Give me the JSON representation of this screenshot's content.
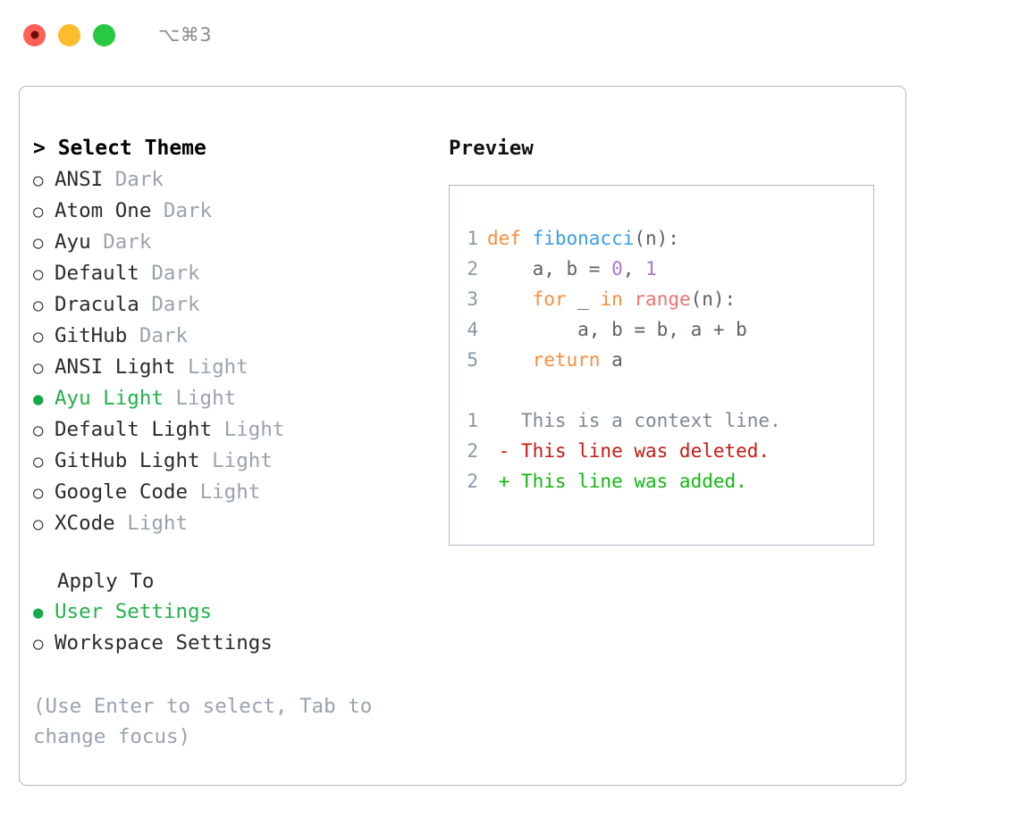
{
  "window": {
    "shortcut": "⌥⌘3",
    "traffic_lights": [
      "close",
      "minimize",
      "maximize"
    ]
  },
  "left_panel": {
    "section_title": "> Select Theme",
    "bullet_empty": "○",
    "bullet_filled": "●",
    "themes": [
      {
        "name": "ANSI",
        "kind": "Dark",
        "selected": false
      },
      {
        "name": "Atom One",
        "kind": "Dark",
        "selected": false
      },
      {
        "name": "Ayu",
        "kind": "Dark",
        "selected": false
      },
      {
        "name": "Default",
        "kind": "Dark",
        "selected": false
      },
      {
        "name": "Dracula",
        "kind": "Dark",
        "selected": false
      },
      {
        "name": "GitHub",
        "kind": "Dark",
        "selected": false
      },
      {
        "name": "ANSI Light",
        "kind": "Light",
        "selected": false
      },
      {
        "name": "Ayu Light",
        "kind": "Light",
        "selected": true
      },
      {
        "name": "Default Light",
        "kind": "Light",
        "selected": false
      },
      {
        "name": "GitHub Light",
        "kind": "Light",
        "selected": false
      },
      {
        "name": "Google Code",
        "kind": "Light",
        "selected": false
      },
      {
        "name": "XCode",
        "kind": "Light",
        "selected": false
      }
    ],
    "apply_to_heading": "Apply To",
    "apply_to_options": [
      {
        "name": "User Settings",
        "selected": true
      },
      {
        "name": "Workspace Settings",
        "selected": false
      }
    ],
    "hint": "(Use Enter to select, Tab to change focus)"
  },
  "right_panel": {
    "preview_label": "Preview",
    "code_lines": [
      {
        "number": "1",
        "tokens": [
          {
            "text": "def ",
            "cls": "kw"
          },
          {
            "text": "fibonacci",
            "cls": "fn"
          },
          {
            "text": "(n):",
            "cls": "punc"
          }
        ]
      },
      {
        "number": "2",
        "tokens": [
          {
            "text": "    a, b = ",
            "cls": "plain"
          },
          {
            "text": "0",
            "cls": "num"
          },
          {
            "text": ", ",
            "cls": "plain"
          },
          {
            "text": "1",
            "cls": "num"
          }
        ]
      },
      {
        "number": "3",
        "tokens": [
          {
            "text": "    ",
            "cls": "plain"
          },
          {
            "text": "for",
            "cls": "kw"
          },
          {
            "text": " _ ",
            "cls": "plain"
          },
          {
            "text": "in",
            "cls": "kw"
          },
          {
            "text": " ",
            "cls": "plain"
          },
          {
            "text": "range",
            "cls": "call"
          },
          {
            "text": "(n):",
            "cls": "punc"
          }
        ]
      },
      {
        "number": "4",
        "tokens": [
          {
            "text": "        a, b = b, a + b",
            "cls": "plain"
          }
        ]
      },
      {
        "number": "5",
        "tokens": [
          {
            "text": "    ",
            "cls": "plain"
          },
          {
            "text": "return",
            "cls": "kw"
          },
          {
            "text": " a",
            "cls": "plain"
          }
        ]
      }
    ],
    "diff_lines": [
      {
        "number": "1",
        "marker": " ",
        "text": " This is a context line.",
        "cls": "d-ctx"
      },
      {
        "number": "2",
        "marker": "-",
        "text": " This line was deleted.",
        "cls": "d-del"
      },
      {
        "number": "2",
        "marker": "+",
        "text": " This line was added.",
        "cls": "d-add"
      }
    ]
  },
  "colors": {
    "accent_green": "#22b14c",
    "keyword_orange": "#FA8D3E",
    "function_blue": "#399EE6",
    "number_purple": "#A37ACC",
    "call_red": "#F07171",
    "diff_delete": "#C41A16",
    "diff_add": "#14B814",
    "border_grey": "#aeb7c2",
    "muted_text": "#9aa3ad",
    "gutter": "#8a99a8"
  }
}
